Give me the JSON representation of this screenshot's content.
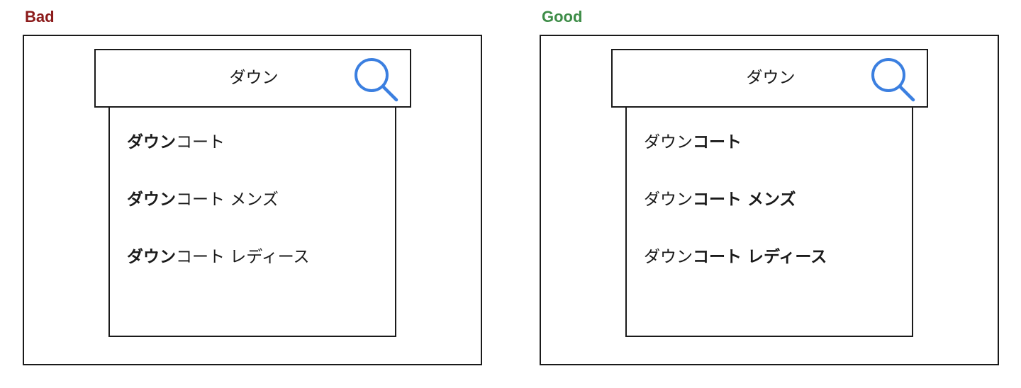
{
  "colors": {
    "bad_label": "#8b1a1a",
    "good_label": "#3d8c47",
    "search_icon": "#3b7fe0",
    "border": "#1a1a1a"
  },
  "panels": [
    {
      "label": "Bad",
      "search_query": "ダウン",
      "icon": "search-icon",
      "bold_part": "typed-prefix",
      "suggestions": [
        {
          "prefix": "ダウン",
          "completion": "コート"
        },
        {
          "prefix": "ダウン",
          "completion": "コート メンズ"
        },
        {
          "prefix": "ダウン",
          "completion": "コート レディース"
        }
      ]
    },
    {
      "label": "Good",
      "search_query": "ダウン",
      "icon": "search-icon",
      "bold_part": "completion",
      "suggestions": [
        {
          "prefix": "ダウン",
          "completion": "コート"
        },
        {
          "prefix": "ダウン",
          "completion": "コート メンズ"
        },
        {
          "prefix": "ダウン",
          "completion": "コート レディース"
        }
      ]
    }
  ]
}
